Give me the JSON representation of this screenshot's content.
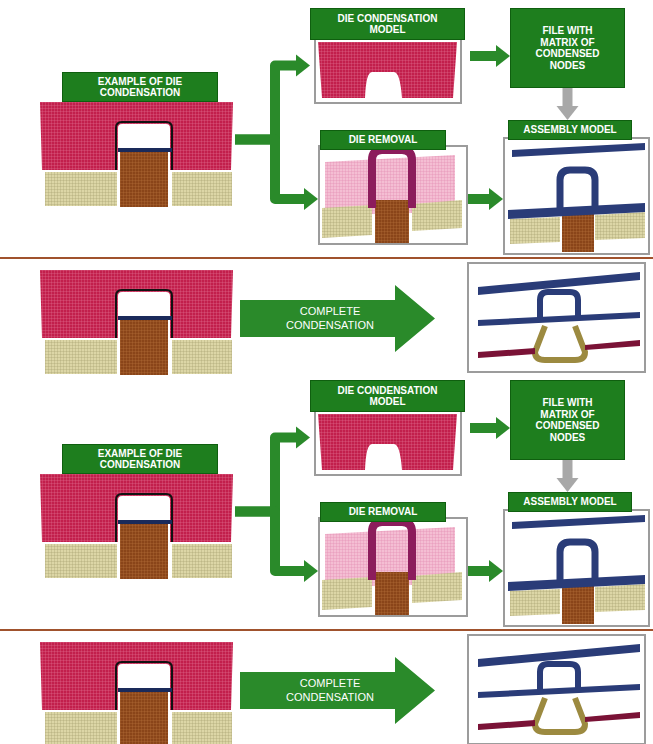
{
  "diagram": {
    "nodes": [
      {
        "text": [
          "EXAMPLE OF DIE CONDENSATION"
        ]
      },
      {
        "text": [
          "DIE CONDENSATION MODEL"
        ]
      },
      {
        "text": [
          "FILE WITH MATRIX OF CONDENSED NODES"
        ]
      },
      {
        "text": [
          "DIE REMOVAL"
        ]
      },
      {
        "text": [
          "ASSEMBLY MODEL"
        ]
      },
      {
        "text": [
          "COMPLETE CONDENSATION"
        ]
      },
      {
        "text": [
          "EXAMPLE OF DIE CONDENSATION"
        ]
      },
      {
        "text": [
          "DIE CONDENSATION MODEL"
        ]
      },
      {
        "text": [
          "FILE WITH MATRIX OF CONDENSED NODES"
        ]
      },
      {
        "text": [
          "DIE REMOVAL"
        ]
      },
      {
        "text": [
          "ASSEMBLY MODEL"
        ]
      },
      {
        "text": [
          "COMPLETE CONDENSATION"
        ]
      }
    ],
    "edges": [
      {
        "from": 0,
        "to": 1,
        "arrow": "to"
      },
      {
        "from": 0,
        "to": 3,
        "arrow": "to"
      },
      {
        "from": 1,
        "to": 2,
        "arrow": "to"
      },
      {
        "from": 2,
        "to": 4,
        "arrow": "to"
      },
      {
        "from": 3,
        "to": 4,
        "arrow": "to"
      },
      {
        "from": 6,
        "to": 7,
        "arrow": "to"
      },
      {
        "from": 6,
        "to": 9,
        "arrow": "to"
      },
      {
        "from": 7,
        "to": 8,
        "arrow": "to"
      },
      {
        "from": 8,
        "to": 10,
        "arrow": "to"
      },
      {
        "from": 9,
        "to": 10,
        "arrow": "to"
      }
    ]
  }
}
